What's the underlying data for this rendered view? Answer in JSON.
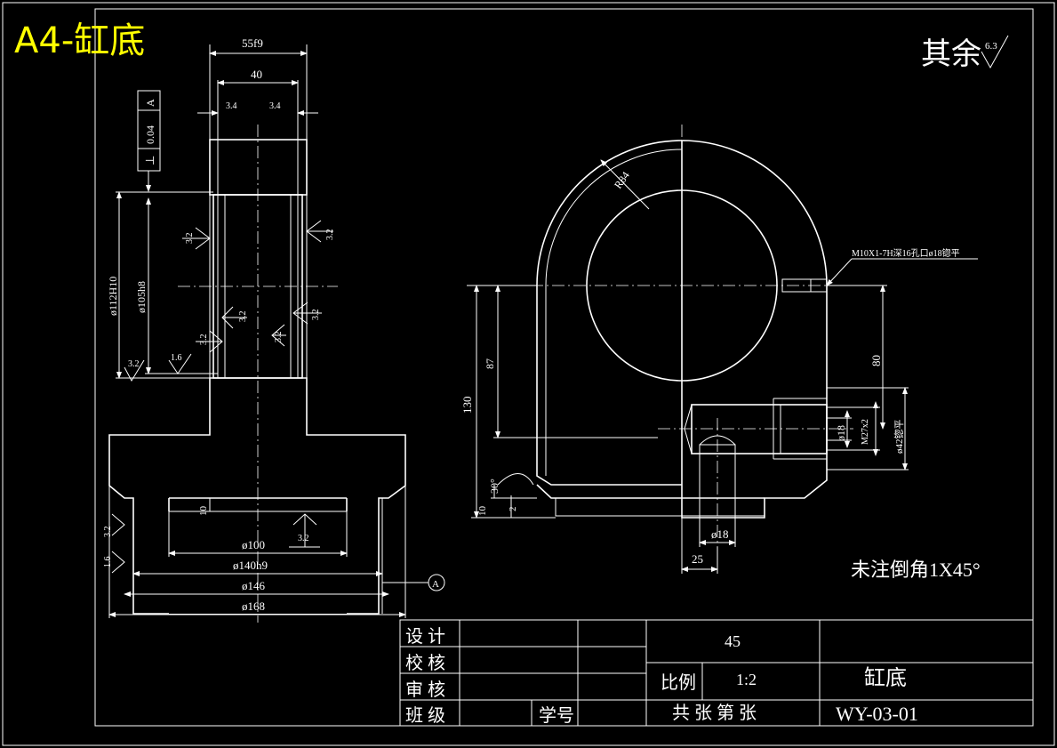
{
  "header": {
    "title": "A4-缸底",
    "roughness_note": "其余",
    "roughness_default": "6.3"
  },
  "colors": {
    "background": "#000000",
    "lines": "#ffffff",
    "title": "#ffff00"
  },
  "left_view": {
    "dims": {
      "overall_width": "55f9",
      "inner_width": "40",
      "chamfer_left": "3.4",
      "chamfer_right": "3.4",
      "bore_outer": "ø112H10",
      "bore_inner": "ø105h8",
      "flange_step": "10",
      "d100": "ø100",
      "d140": "ø140h9",
      "d146": "ø146",
      "d168": "ø168"
    },
    "tolerance": {
      "symbol": "⊥",
      "value": "0.04",
      "datum": "A"
    },
    "roughness": [
      "3.2",
      "3.2",
      "3.2",
      "3.2",
      "3.2",
      "3.2",
      "3.2",
      "1.6",
      "3.2",
      "3.2",
      "1.6"
    ],
    "datum_label": "A"
  },
  "right_view": {
    "dims": {
      "radius": "R84",
      "thread_note": "M10X1-7H深16孔口ø18锪平",
      "h130": "130",
      "h87": "87",
      "h80": "80",
      "h10": "10",
      "h2": "2",
      "angle30": "30°",
      "d18_hole": "ø18",
      "thread_m27": "M27x2",
      "d42": "ø42锪平",
      "d18_bottom": "ø18",
      "w25": "25"
    },
    "note": "未注倒角1X45°"
  },
  "title_block": {
    "labels": {
      "design": "设 计",
      "check": "校 核",
      "review": "审 核",
      "class": "班 级",
      "student_no": "学号"
    },
    "material": "45",
    "scale_label": "比例",
    "scale_value": "1:2",
    "part_name": "缸底",
    "sheets": "共 张 第 张",
    "drawing_no": "WY-03-01"
  }
}
